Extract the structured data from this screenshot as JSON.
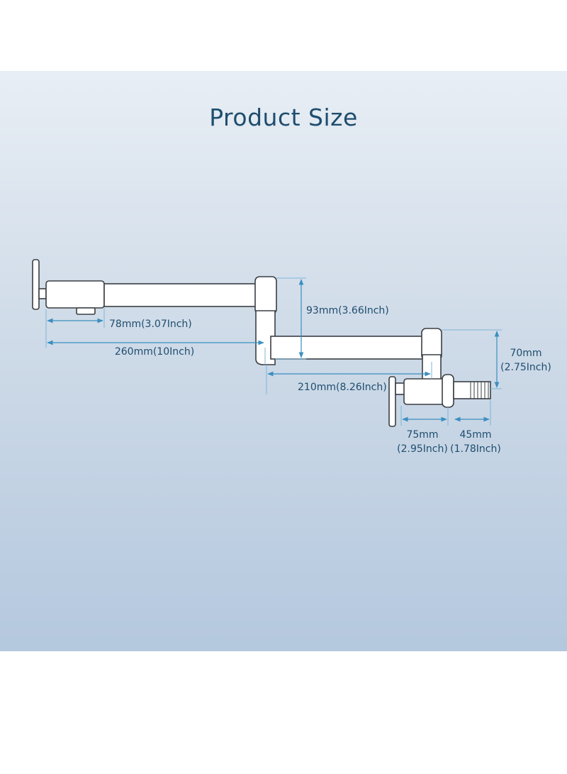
{
  "title": "Product Size",
  "colors": {
    "text": "#1e4d6e",
    "dimension_line": "#3a8fc0",
    "outline": "#3a3f44"
  },
  "dimensions": {
    "spout_segment": "78mm(3.07Inch)",
    "total_length": "260mm(10Inch)",
    "joint_height": "93mm(3.66Inch)",
    "lower_arm": "210mm(8.26Inch)",
    "base_height_mm": "70mm",
    "base_height_in": "(2.75Inch)",
    "valve_depth_mm": "75mm",
    "valve_depth_in": "(2.95Inch)",
    "inlet_length_mm": "45mm",
    "inlet_length_in": "(1.78Inch)"
  }
}
